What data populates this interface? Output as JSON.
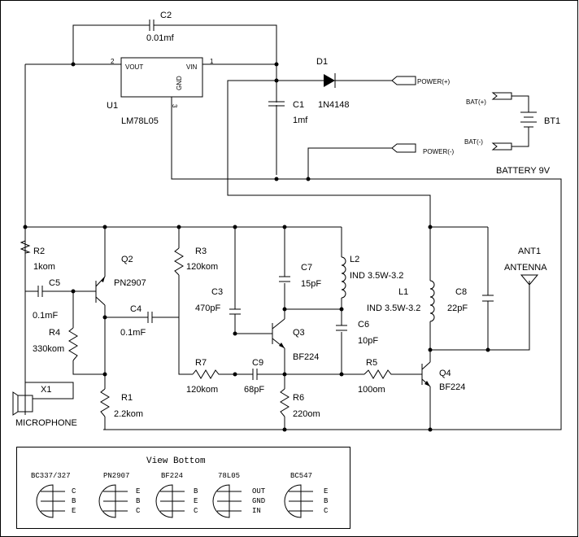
{
  "u1": {
    "ref": "U1",
    "part": "LM78L05",
    "vout": "VOUT",
    "vin": "VIN",
    "gnd": "GND",
    "pin1": "1",
    "pin2": "2",
    "pin3": "3"
  },
  "c2": {
    "ref": "C2",
    "value": "0.01mf"
  },
  "c1": {
    "ref": "C1",
    "value": "1mf"
  },
  "d1": {
    "ref": "D1",
    "value": "1N4148"
  },
  "power_pos": "POWER(+)",
  "power_neg": "POWER(-)",
  "bat_pos": "BAT(+)",
  "bat_neg": "BAT(-)",
  "bt1": {
    "ref": "BT1",
    "label": "BATTERY 9V"
  },
  "r2": {
    "ref": "R2",
    "value": "1kom"
  },
  "r3": {
    "ref": "R3",
    "value": "120kom"
  },
  "r4": {
    "ref": "R4",
    "value": "330kom"
  },
  "r1": {
    "ref": "R1",
    "value": "2.2kom"
  },
  "r7": {
    "ref": "R7",
    "value": "120kom"
  },
  "r6": {
    "ref": "R6",
    "value": "220om"
  },
  "r5": {
    "ref": "R5",
    "value": "100om"
  },
  "c5": {
    "ref": "C5",
    "value": "0.1mF"
  },
  "c4": {
    "ref": "C4",
    "value": "0.1mF"
  },
  "c3": {
    "ref": "C3",
    "value": "470pF"
  },
  "c7": {
    "ref": "C7",
    "value": "15pF"
  },
  "c6": {
    "ref": "C6",
    "value": "10pF"
  },
  "c9": {
    "ref": "C9",
    "value": "68pF"
  },
  "c8": {
    "ref": "C8",
    "value": "22pF"
  },
  "l2": {
    "ref": "L2",
    "value": "IND 3.5W-3.2"
  },
  "l1": {
    "ref": "L1",
    "value": "IND 3.5W-3.2"
  },
  "q2": {
    "ref": "Q2",
    "part": "PN2907"
  },
  "q3": {
    "ref": "Q3",
    "part": "BF224"
  },
  "q4": {
    "ref": "Q4",
    "part": "BF224"
  },
  "ant1": {
    "ref": "ANT1",
    "label": "ANTENNA"
  },
  "x1": {
    "ref": "X1",
    "label": "MICROPHONE"
  },
  "pinout": {
    "title": "View Bottom",
    "parts": [
      {
        "name": "BC337/327",
        "pins": [
          "C",
          "B",
          "E"
        ]
      },
      {
        "name": "PN2907",
        "pins": [
          "E",
          "B",
          "C"
        ]
      },
      {
        "name": "BF224",
        "pins": [
          "B",
          "E",
          "C"
        ]
      },
      {
        "name": "78L05",
        "pins": [
          "OUT",
          "GND",
          "IN"
        ]
      },
      {
        "name": "BC547",
        "pins": [
          "E",
          "B",
          "C"
        ]
      }
    ]
  }
}
